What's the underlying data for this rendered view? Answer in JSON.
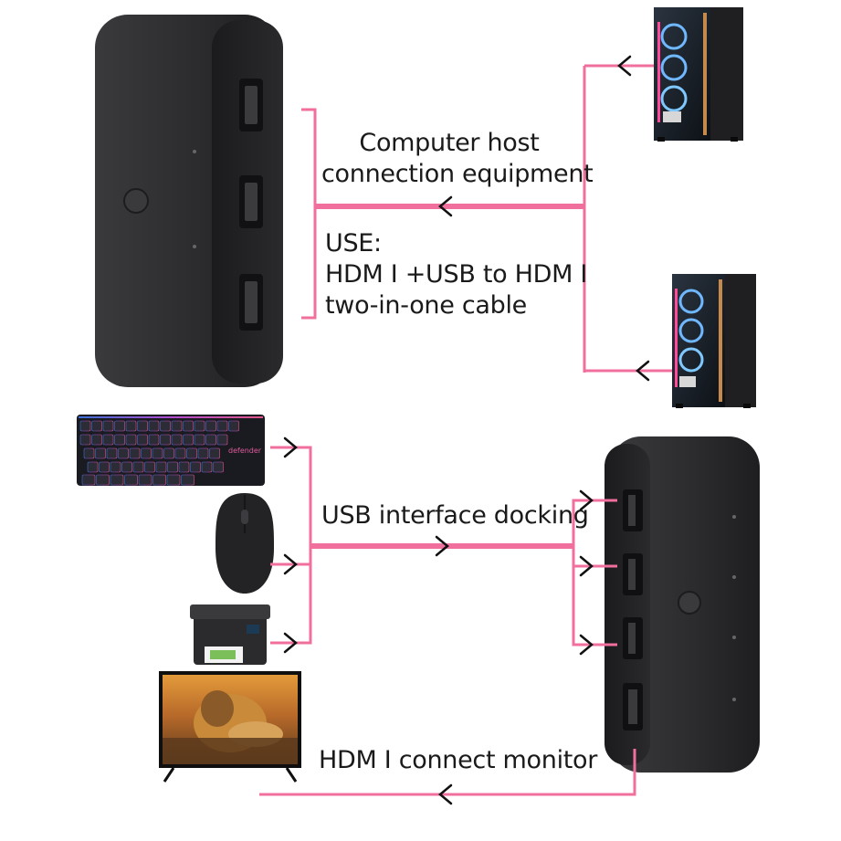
{
  "labels": {
    "host_line1": "Computer host",
    "host_line2": "connection equipment",
    "use_line1": "USE:",
    "use_line2": "HDM I +USB to HDM I",
    "use_line3": "two-in-one cable",
    "usb_docking": "USB interface docking",
    "monitor": "HDM I connect monitor",
    "keyboard_brand": "defender"
  },
  "colors": {
    "connector_line": "#f06f9c",
    "device_body": "#2b2b2d",
    "port": "#151517",
    "text": "#1a1a1a"
  },
  "icons": {
    "switch_top": "hdmi-switch-device",
    "switch_bottom": "usb-hub-device",
    "pc_1": "pc-tower-icon",
    "pc_2": "pc-tower-icon",
    "keyboard": "keyboard-icon",
    "mouse": "mouse-icon",
    "printer": "printer-icon",
    "monitor": "tv-monitor-icon"
  }
}
